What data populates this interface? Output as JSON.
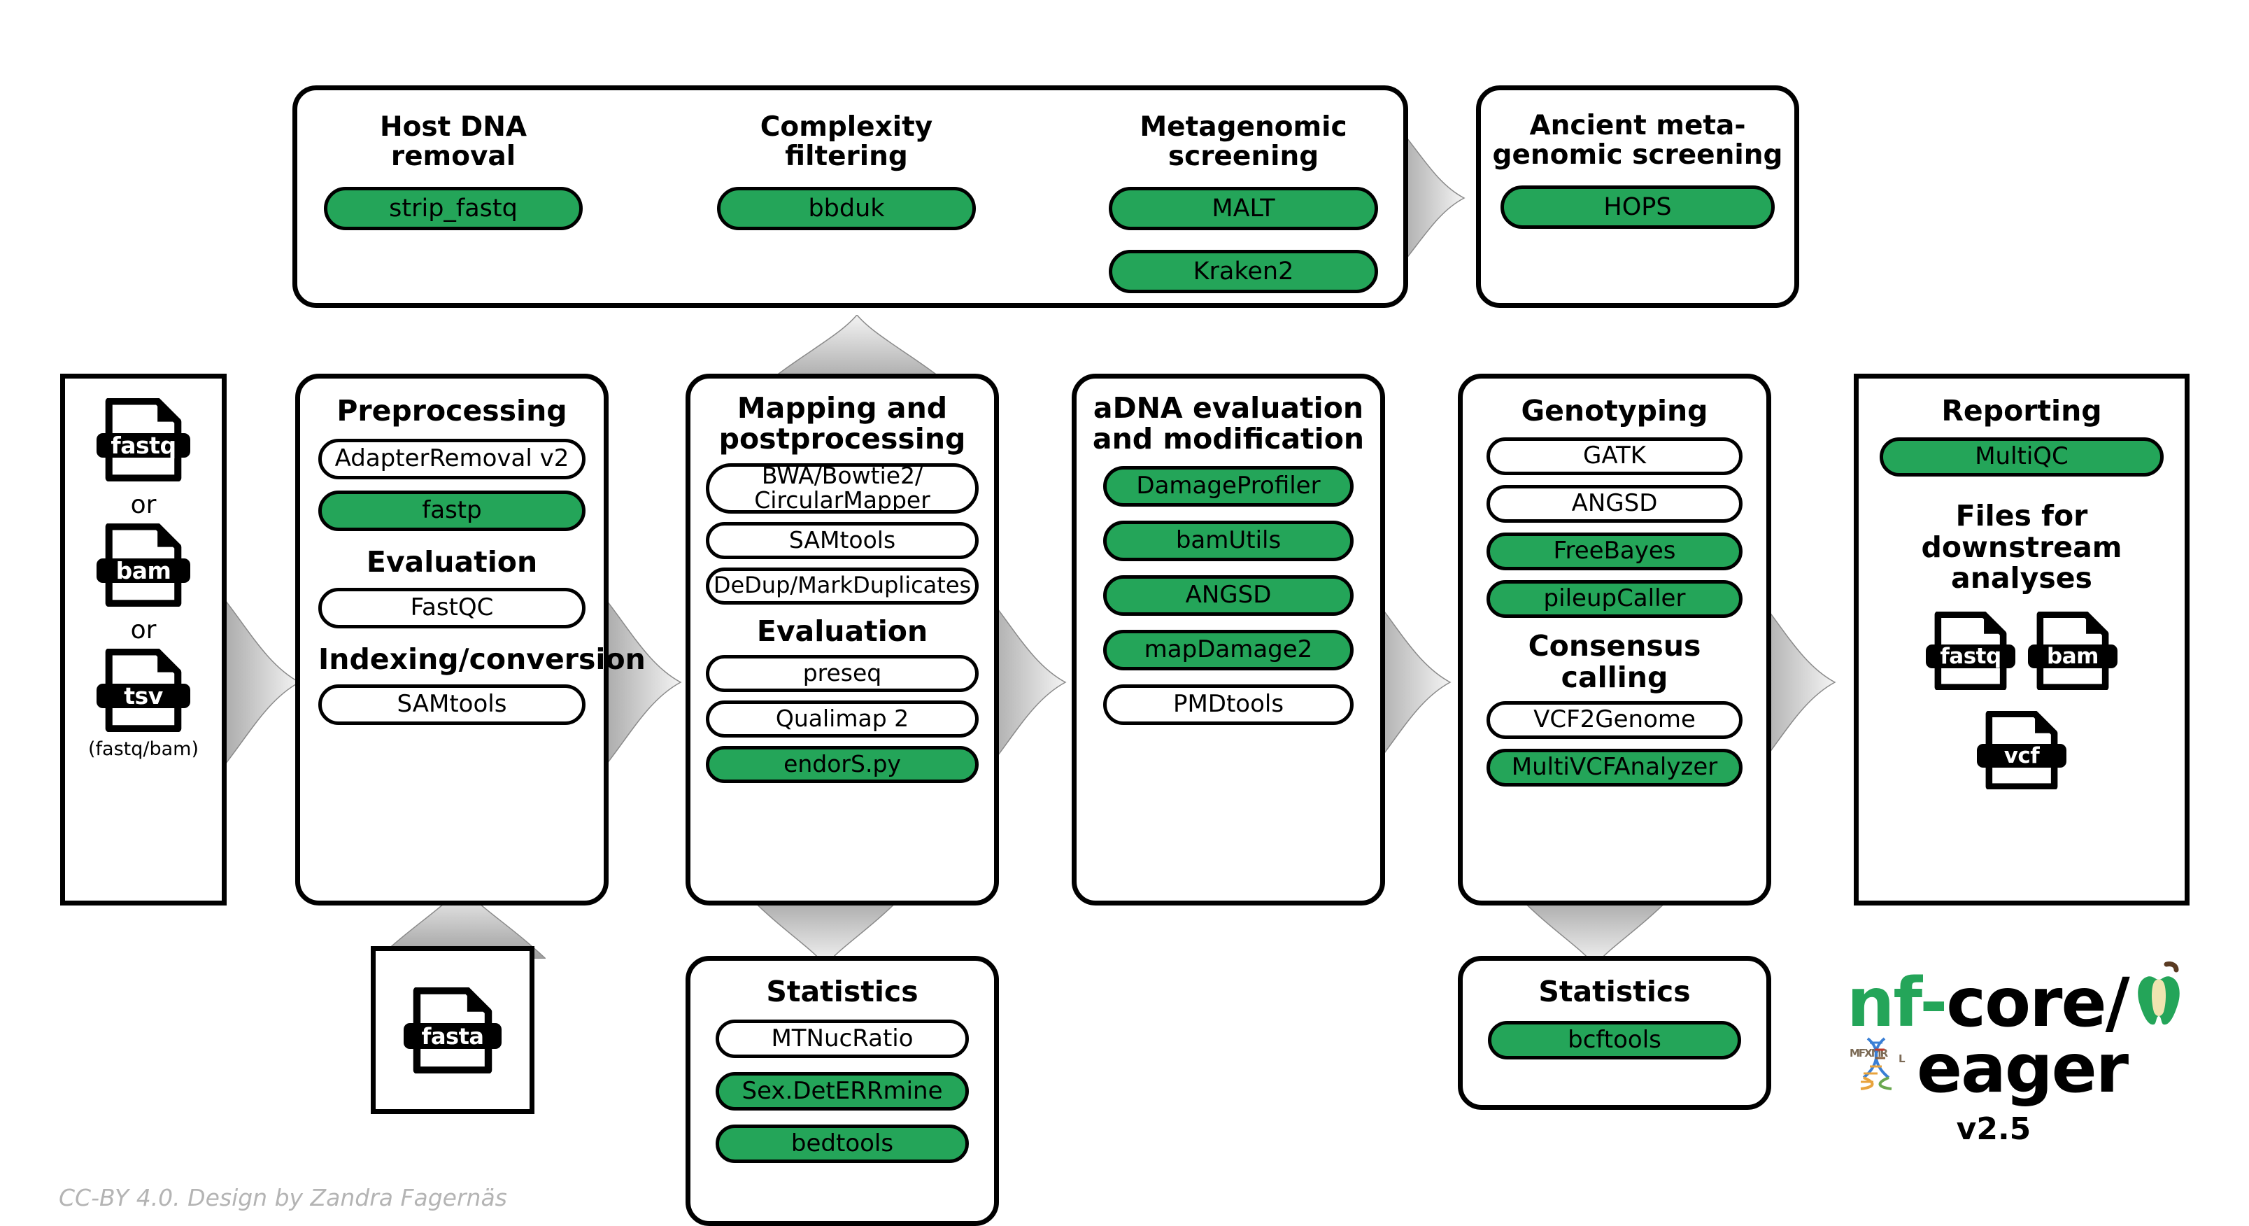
{
  "screening_group": {
    "sections": [
      {
        "title": "Host DNA\nremoval",
        "tools": [
          {
            "label": "strip_fastq",
            "green": true
          }
        ]
      },
      {
        "title": "Complexity\nfiltering",
        "tools": [
          {
            "label": "bbduk",
            "green": true
          }
        ]
      },
      {
        "title": "Metagenomic\nscreening",
        "tools": [
          {
            "label": "MALT",
            "green": true
          },
          {
            "label": "Kraken2",
            "green": true
          }
        ]
      }
    ]
  },
  "ancient_screening": {
    "title": "Ancient meta-\ngenomic screening",
    "tools": [
      {
        "label": "HOPS",
        "green": true
      }
    ]
  },
  "inputs": {
    "files": [
      {
        "ext": "fastq"
      },
      {
        "sep": "or"
      },
      {
        "ext": "bam"
      },
      {
        "sep": "or"
      },
      {
        "ext": "tsv"
      }
    ],
    "caption": "(fastq/bam)"
  },
  "preprocessing": {
    "title": "Preprocessing",
    "items": [
      {
        "kind": "pill",
        "label": "AdapterRemoval v2",
        "green": false
      },
      {
        "kind": "pill",
        "label": "fastp",
        "green": true
      },
      {
        "kind": "heading",
        "label": "Evaluation"
      },
      {
        "kind": "pill",
        "label": "FastQC",
        "green": false
      },
      {
        "kind": "heading",
        "label": "Indexing/conversion"
      },
      {
        "kind": "pill",
        "label": "SAMtools",
        "green": false
      }
    ]
  },
  "mapping": {
    "title": "Mapping and\npostprocessing",
    "items": [
      {
        "kind": "pill",
        "label": "BWA/Bowtie2/\nCircularMapper",
        "green": false,
        "two": true
      },
      {
        "kind": "pill",
        "label": "SAMtools",
        "green": false
      },
      {
        "kind": "pill",
        "label": "DeDup/MarkDuplicates",
        "green": false
      },
      {
        "kind": "heading",
        "label": "Evaluation"
      },
      {
        "kind": "pill",
        "label": "preseq",
        "green": false
      },
      {
        "kind": "pill",
        "label": "Qualimap 2",
        "green": false
      },
      {
        "kind": "pill",
        "label": "endorS.py",
        "green": true
      }
    ]
  },
  "adna": {
    "title": "aDNA evaluation\nand modification",
    "items": [
      {
        "kind": "pill",
        "label": "DamageProfiler",
        "green": true
      },
      {
        "kind": "pill",
        "label": "bamUtils",
        "green": true
      },
      {
        "kind": "pill",
        "label": "ANGSD",
        "green": true
      },
      {
        "kind": "pill",
        "label": "mapDamage2",
        "green": true
      },
      {
        "kind": "pill",
        "label": "PMDtools",
        "green": false
      }
    ]
  },
  "genotyping": {
    "title": "Genotyping",
    "items": [
      {
        "kind": "pill",
        "label": "GATK",
        "green": false
      },
      {
        "kind": "pill",
        "label": "ANGSD",
        "green": false
      },
      {
        "kind": "pill",
        "label": "FreeBayes",
        "green": true
      },
      {
        "kind": "pill",
        "label": "pileupCaller",
        "green": true
      },
      {
        "kind": "heading",
        "label": "Consensus calling"
      },
      {
        "kind": "pill",
        "label": "VCF2Genome",
        "green": false
      },
      {
        "kind": "pill",
        "label": "MultiVCFAnalyzer",
        "green": true
      }
    ]
  },
  "reporting": {
    "title": "Reporting",
    "tool": {
      "label": "MultiQC",
      "green": true
    },
    "downstream_title": "Files for downstream\nanalyses",
    "files": [
      {
        "ext": "fastq"
      },
      {
        "ext": "bam"
      },
      {
        "ext": "vcf"
      }
    ]
  },
  "reference": {
    "ext": "fasta"
  },
  "stats_mapping": {
    "title": "Statistics",
    "items": [
      {
        "label": "MTNucRatio",
        "green": false
      },
      {
        "label": "Sex.DetERRmine",
        "green": true
      },
      {
        "label": "bedtools",
        "green": true
      }
    ]
  },
  "stats_genotyping": {
    "title": "Statistics",
    "items": [
      {
        "label": "bcftools",
        "green": true
      }
    ]
  },
  "logo": {
    "part_nf": "nf-",
    "part_core": "core/",
    "part_eager": "eager",
    "version": "v2.5"
  },
  "credit": "CC-BY 4.0. Design by Zandra Fagernäs",
  "colors": {
    "green": "#24A559",
    "black": "#000000",
    "credit": "#b4b4b4"
  }
}
